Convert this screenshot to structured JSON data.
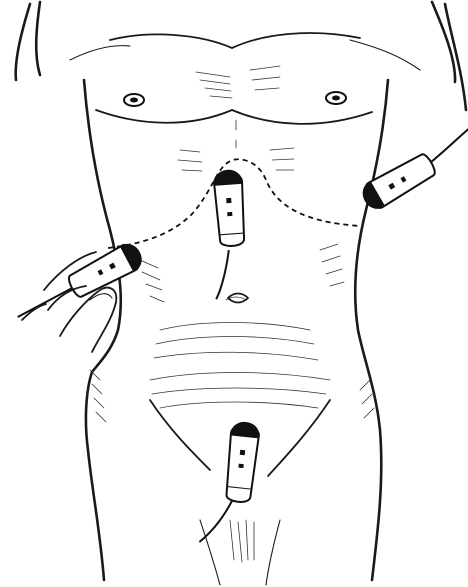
{
  "figure": {
    "subject": "",
    "probes": [
      {
        "id": "subxiphoid"
      },
      {
        "id": "right-flank"
      },
      {
        "id": "left-flank"
      },
      {
        "id": "pelvic"
      }
    ],
    "colors": {
      "ink": "#1a1a1a",
      "background": "#ffffff",
      "probe_tip": "#111111"
    }
  }
}
